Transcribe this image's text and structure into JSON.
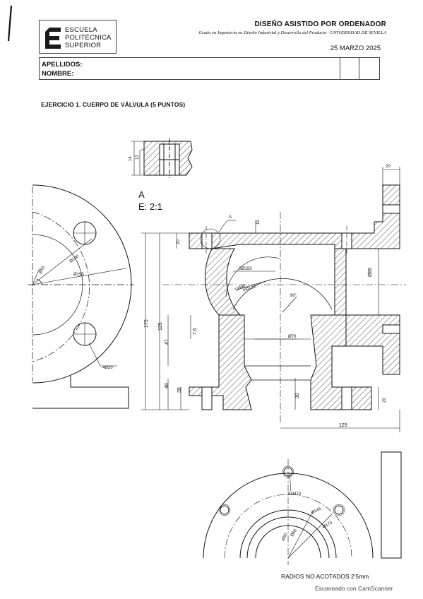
{
  "header": {
    "school_lines": [
      "ESCUELA",
      "POLITÉCNICA",
      "SUPERIOR"
    ],
    "course_title": "DISEÑO ASISTIDO POR ORDENADOR",
    "course_subtitle": "Grado en Ingeniería en Diseño Industrial y Desarrollo del Producto - UNIVERSIDAD DE SEVILLA",
    "date": "25 MARZO 2025"
  },
  "student_fields": {
    "surname_label": "APELLIDOS:",
    "name_label": "NOMBRE:"
  },
  "exercise": {
    "title": "EJERCICIO 1. CUERPO DE VÁLVULA (5 PUNTOS)"
  },
  "detail": {
    "label": "A",
    "scale": "E: 2:1",
    "dims": [
      "14",
      "12"
    ]
  },
  "left_view": {
    "dims": [
      "Ø140",
      "Ø193",
      "Ø50",
      "4Ø20"
    ]
  },
  "section_view": {
    "callout": "A",
    "dims_top": [
      "10",
      "20"
    ],
    "dims_left": [
      "175",
      "125",
      "47",
      "7,6",
      "48",
      "35"
    ],
    "dims_inner": [
      "SØ150",
      "SØ120",
      "SØ90",
      "90°",
      "Ø70",
      "30"
    ],
    "dims_right": [
      "20",
      "Ø80",
      "20"
    ],
    "dims_bottom": [
      "125"
    ]
  },
  "bottom_view": {
    "dims": [
      "6xM10",
      "Ø145",
      "Ø175",
      "Ø50",
      "Ø60"
    ]
  },
  "footer": {
    "note": "RADIOS NO ACOTADOS 2'5mm",
    "scanner_watermark": "Escaneado con CamScanner"
  }
}
